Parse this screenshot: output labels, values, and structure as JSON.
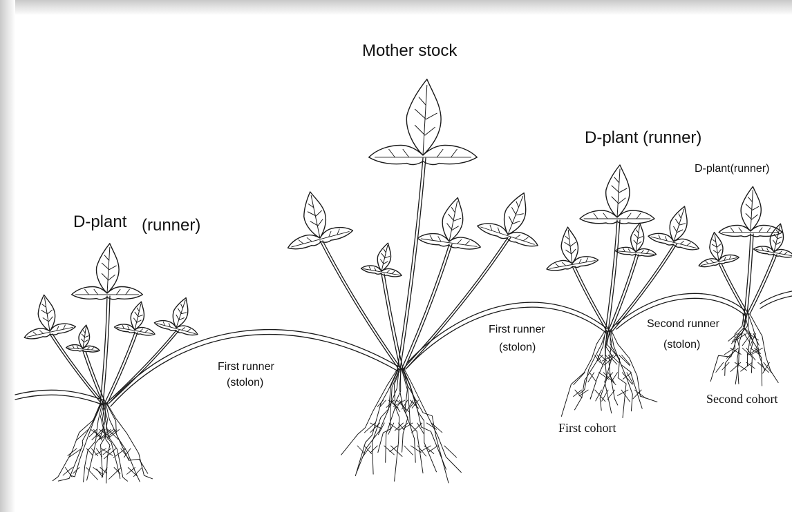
{
  "labels": {
    "mother_stock": "Mother stock",
    "left_dplant": "D-plant",
    "left_runner": "(runner)",
    "right_dplant": "D-plant (runner)",
    "far_right_dplant": "D-plant(runner)",
    "first_runner_left": "First runner",
    "stolon_left": "(stolon)",
    "first_runner_right": "First runner",
    "stolon_right": "(stolon)",
    "second_runner": "Second runner",
    "stolon_second": "(stolon)",
    "first_cohort": "First cohort",
    "second_cohort": "Second cohort"
  },
  "style": {
    "ink_color": "#1a1a1a",
    "background": "#ffffff"
  }
}
